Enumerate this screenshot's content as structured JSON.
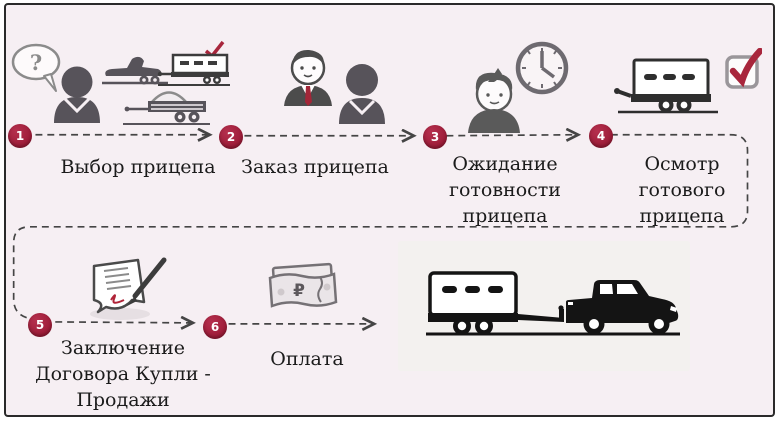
{
  "frame": {
    "background": "#f6eff3",
    "border_color": "#2a2a2a"
  },
  "colors": {
    "step_circle": "#9c1b37",
    "accent_red": "#a8263c",
    "icon_dark": "#57535a",
    "icon_outline": "#6e6a70",
    "connector": "#454545",
    "text": "#1b1b1b",
    "vehicle_black": "#141414"
  },
  "icons": {
    "question_mark": "?",
    "ruble_sign": "₽"
  },
  "steps": [
    {
      "number": "1",
      "icon": "customer-question-trailer-options-icon",
      "lines": [
        "Выбор прицепа"
      ]
    },
    {
      "number": "2",
      "icon": "salesperson-customer-icon",
      "lines": [
        "Заказ прицепа"
      ]
    },
    {
      "number": "3",
      "icon": "waiting-person-clock-icon",
      "lines": [
        "Ожидание",
        "готовности",
        "прицепа"
      ]
    },
    {
      "number": "4",
      "icon": "trailer-checkbox-icon",
      "lines": [
        "Осмотр",
        "готового",
        "прицепа"
      ]
    },
    {
      "number": "5",
      "icon": "contract-signing-icon",
      "lines": [
        "Заключение",
        "Договора Купли -",
        "Продажи"
      ]
    },
    {
      "number": "6",
      "icon": "ruble-banknotes-icon",
      "lines": [
        "Оплата"
      ]
    }
  ],
  "illustration": {
    "name": "pickup-truck-towing-trailer"
  }
}
